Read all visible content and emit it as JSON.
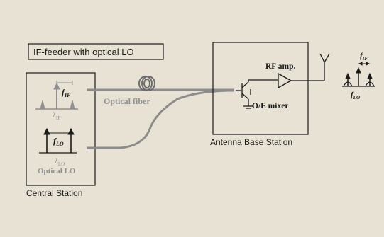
{
  "colors": {
    "background": "#e8e2d4",
    "line": "#1a1a1a",
    "fiber": "#8c8c8c",
    "faint_text": "#909090"
  },
  "title_box": {
    "label": "IF-feeder with optical LO"
  },
  "central_station": {
    "label": "Central Station",
    "if_spectrum": {
      "freq_label_main": "f",
      "freq_label_sub": "IF",
      "wavelength_main": "λ",
      "wavelength_sub": "IF"
    },
    "lo_spectrum": {
      "freq_label_main": "f",
      "freq_label_sub": "LO",
      "wavelength_main": "λ",
      "wavelength_sub": "LO"
    },
    "optical_lo_label": "Optical LO"
  },
  "fiber": {
    "label": "Optical fiber"
  },
  "antenna_base_station": {
    "label": "Antenna Base Station",
    "rf_amp_label": "RF amp.",
    "mixer_label": "O/E mixer"
  },
  "rf_spectrum": {
    "fif_main": "f",
    "fif_sub": "IF",
    "flo_main": "f",
    "flo_sub": "LO"
  },
  "icons": [
    "coil-icon",
    "antenna-icon",
    "amplifier-icon",
    "photodiode-icon",
    "ground-icon"
  ]
}
